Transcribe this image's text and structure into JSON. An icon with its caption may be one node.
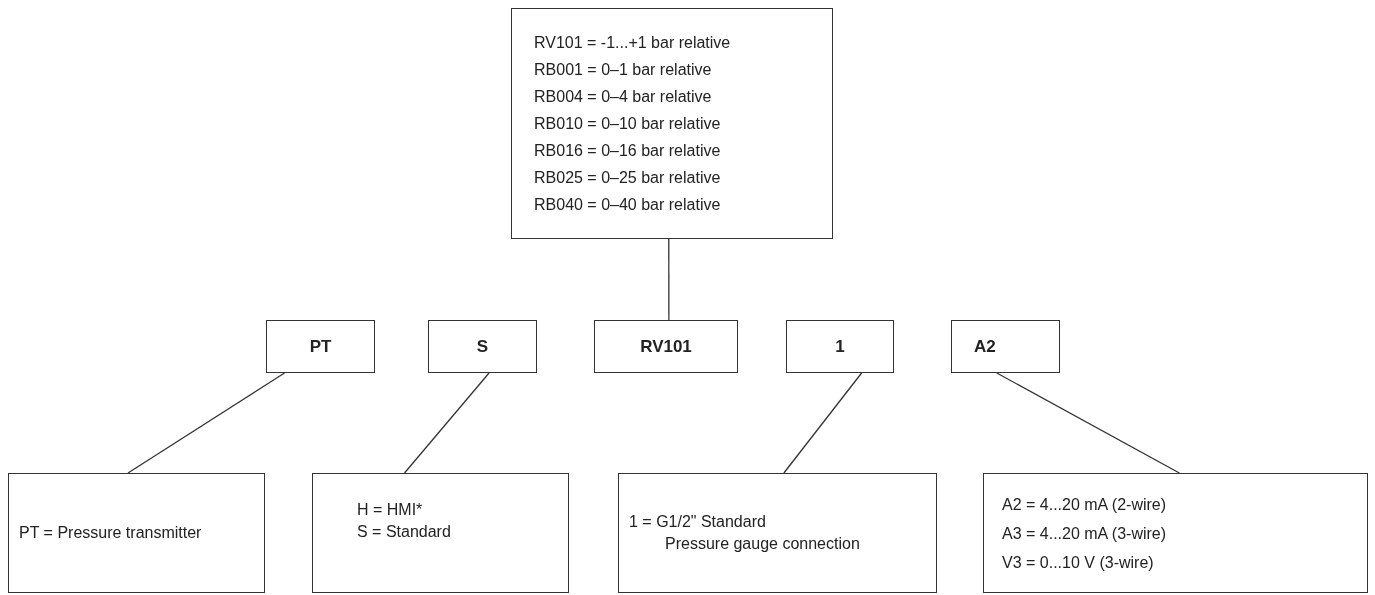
{
  "diagram": {
    "nodes": [
      {
        "text": [
          "RV101 = -1...+1 bar relative",
          "RB001 = 0–1 bar relative",
          "RB004 = 0–4 bar relative",
          "RB010 = 0–10 bar relative",
          "RB016 = 0–16 bar relative",
          "RB025 = 0–25 bar relative",
          "RB040 = 0–40 bar relative"
        ]
      },
      {
        "text": [
          "PT"
        ]
      },
      {
        "text": [
          "S"
        ]
      },
      {
        "text": [
          "RV101"
        ]
      },
      {
        "text": [
          "1"
        ]
      },
      {
        "text": [
          "A2"
        ]
      },
      {
        "text": [
          "PT = Pressure transmitter"
        ]
      },
      {
        "text": [
          "H = HMI*",
          "S = Standard"
        ]
      },
      {
        "text": [
          "1 = G1/2\" Standard",
          "Pressure gauge connection"
        ]
      },
      {
        "text": [
          "A2 = 4...20 mA (2-wire)",
          "A3 = 4...20 mA (3-wire)",
          "V3 = 0...10 V (3-wire)"
        ]
      }
    ],
    "edges": [
      {
        "from": 0,
        "to": 3,
        "arrow": "none"
      },
      {
        "from": 1,
        "to": 6,
        "arrow": "none"
      },
      {
        "from": 2,
        "to": 7,
        "arrow": "none"
      },
      {
        "from": 4,
        "to": 8,
        "arrow": "none"
      },
      {
        "from": 5,
        "to": 9,
        "arrow": "none"
      }
    ]
  }
}
